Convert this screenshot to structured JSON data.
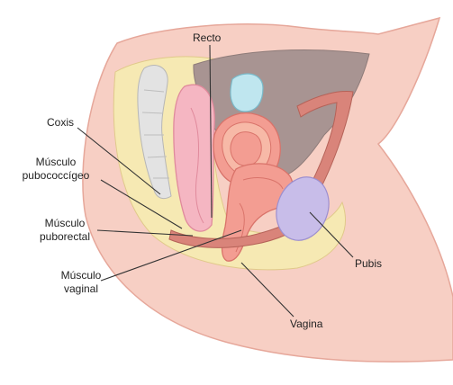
{
  "labels": {
    "recto": "Recto",
    "coxis": "Coxis",
    "pubococcigeo_line1": "Músculo",
    "pubococcigeo_line2": "pubococcígeo",
    "puborectal_line1": "Músculo",
    "puborectal_line2": "puborectal",
    "vaginal_line1": "Músculo",
    "vaginal_line2": "vaginal",
    "pubis": "Pubis",
    "vagina": "Vagina"
  },
  "colors": {
    "skin": "#f7cfc4",
    "skin_edge": "#e6a79a",
    "fat": "#f6e9b3",
    "coccyx": "#e3e3e3",
    "rectum": "#f5b6c2",
    "uterus": "#f39d92",
    "bladder": "#bfe6ef",
    "cavity": "#a89492",
    "pubis": "#c8bde9",
    "muscle": "#d9847a"
  }
}
